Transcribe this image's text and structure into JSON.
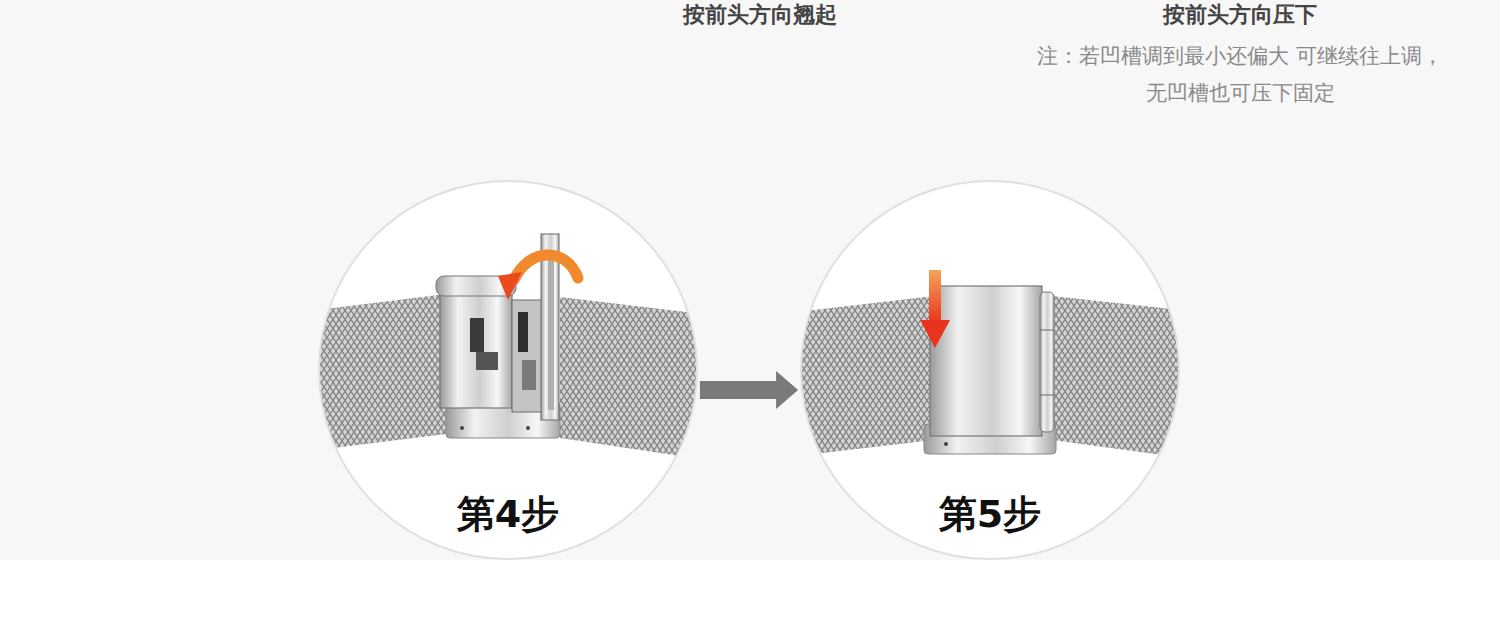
{
  "diagram": {
    "nodes": [
      {
        "text": [
          "第4步"
        ]
      },
      {
        "text": [
          "第5步"
        ]
      }
    ],
    "edges": [
      {
        "from": 0,
        "to": 1,
        "arrow": "to"
      }
    ],
    "labels": [
      "按前头方向翘起",
      "按前头方向压下",
      "注：若凹槽调到最小还偏大 可继续往上调，无凹槽也可压下固定"
    ]
  }
}
